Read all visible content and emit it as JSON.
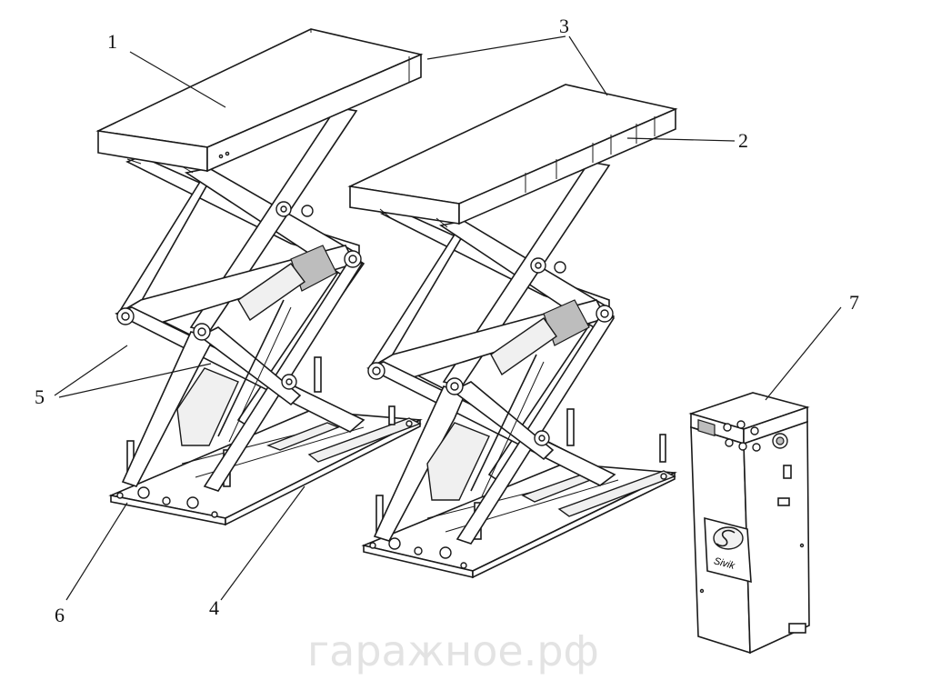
{
  "callouts": {
    "c1": "1",
    "c2": "2",
    "c3": "3",
    "c4": "4",
    "c5": "5",
    "c6": "6",
    "c7": "7"
  },
  "watermark": "гаражное.рф",
  "control_unit": {
    "logo_text": "Sivik"
  }
}
